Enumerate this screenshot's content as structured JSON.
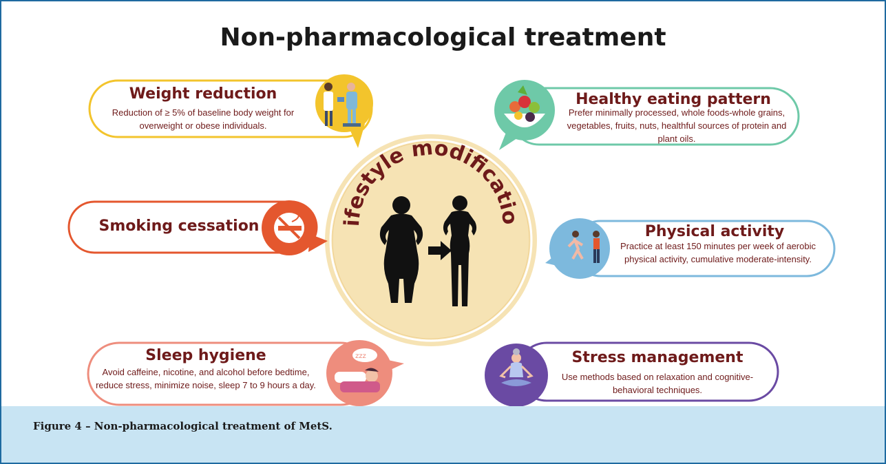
{
  "title": "Non-pharmacological treatment",
  "center": {
    "label": "Lifestyle modification"
  },
  "cards": {
    "weight": {
      "title": "Weight reduction",
      "description": "Reduction of ≥ 5% of baseline body weight for overweight or obese individuals.",
      "color": "#f3c42c",
      "icon": "doctor-scale-icon"
    },
    "eating": {
      "title": "Healthy eating pattern",
      "description": "Prefer minimally processed, whole foods-whole grains, vegetables, fruits, nuts, healthful sources of protein and plant oils.",
      "color": "#6ec9a8",
      "icon": "salad-bowl-icon"
    },
    "smoking": {
      "title": "Smoking cessation",
      "description": "",
      "color": "#e4572e",
      "icon": "no-smoking-icon"
    },
    "activity": {
      "title": "Physical activity",
      "description": "Practice at least 150 minutes per week of aerobic physical activity, cumulative moderate-intensity.",
      "color": "#7db9dd",
      "icon": "running-exercise-icon"
    },
    "sleep": {
      "title": "Sleep hygiene",
      "description": "Avoid caffeine, nicotine, and alcohol before bedtime, reduce stress, minimize noise, sleep 7 to 9 hours a day.",
      "color": "#ee8d7d",
      "icon": "sleeping-person-icon"
    },
    "stress": {
      "title": "Stress management",
      "description": "Use methods based on relaxation and cognitive-behavioral techniques.",
      "color": "#6a4aa3",
      "icon": "meditation-icon"
    }
  },
  "caption": "Figure 4 – Non-pharmacological treatment of MetS."
}
